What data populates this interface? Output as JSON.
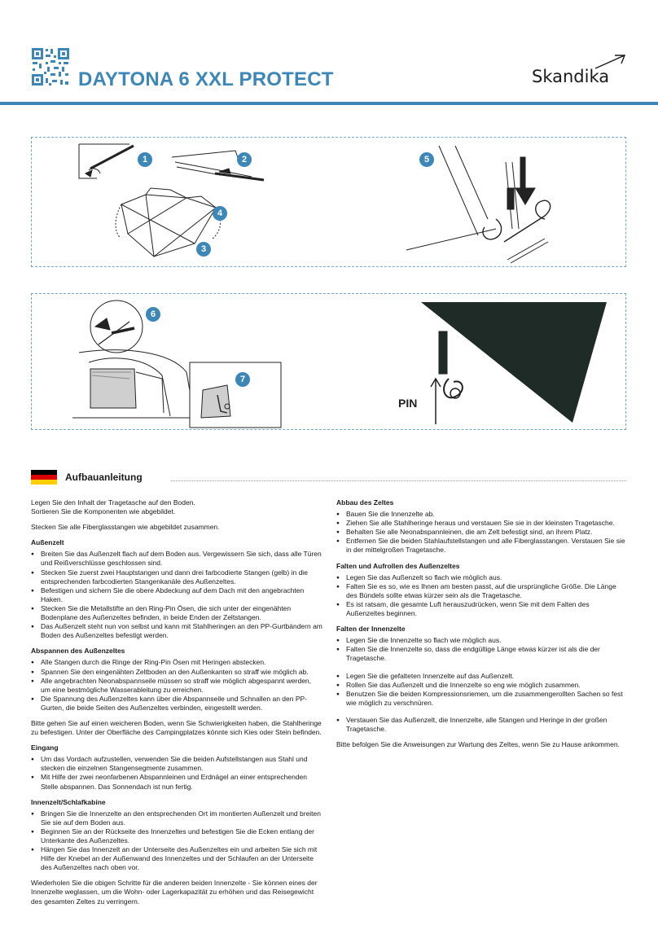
{
  "header": {
    "title": "DAYTONA 6 XXL PROTECT",
    "brand": "Skandika",
    "accent_color": "#3d87b8"
  },
  "figures": {
    "steps": [
      "1",
      "2",
      "3",
      "4",
      "5",
      "6",
      "7"
    ],
    "pin_label": "PIN"
  },
  "section": {
    "title": "Aufbauanleitung",
    "flag_colors": [
      "#000000",
      "#dd0000",
      "#ffce00"
    ]
  },
  "left": {
    "intro": [
      "Legen Sie den Inhalt der Tragetasche auf den Boden.",
      "Sortieren Sie die Komponenten wie abgebildet."
    ],
    "intro2": "Stecken Sie alle Fiberglasstangen wie abgebildet zusammen.",
    "aussenzelt": {
      "heading": "Außenzelt",
      "items": [
        "Breiten Sie das Außenzelt flach auf dem Boden aus. Vergewissern Sie sich, dass alle Türen und Reißverschlüsse geschlossen sind.",
        "Stecken Sie zuerst zwei Hauptstangen und dann drei farbcodierte Stangen (gelb) in die entsprechenden farbcodierten Stangenkanäle des Außenzeltes.",
        "Befestigen und sichern Sie die obere Abdeckung auf dem Dach mit den angebrachten Haken.",
        "Stecken Sie die Metallstifte an den Ring-Pin Ösen, die sich unter der eingenähten Bodenplane des Außenzeltes befinden, in beide Enden der Zeltstangen.",
        "Das Außenzelt steht nun von selbst und kann mit Stahlheringen an den PP-Gurtbändern am Boden des Außenzeltes befestigt werden."
      ]
    },
    "abspannen": {
      "heading": "Abspannen des Außenzeltes",
      "items": [
        "Alle Stangen durch die Ringe der Ring-Pin Ösen mit Heringen abstecken.",
        "Spannen Sie den eingenähten Zeltboden an den Außenkanten so straff wie möglich ab.",
        "Alle angebrachten Neonabspannseile müssen so straff wie möglich abgespannt werden, um eine bestmögliche Wasserableitung zu erreichen.",
        "Die Spannung des Außenzeltes kann über die Abspannseile und Schnallen an den PP-Gurten, die beide Seiten des Außenzeltes verbinden, eingestellt werden."
      ]
    },
    "note": "Bitte gehen Sie auf einen weicheren Boden, wenn Sie Schwierigkeiten haben, die Stahlheringe zu befestigen. Unter der Oberfläche des Campingplatzes könnte sich Kies oder Stein befinden.",
    "eingang": {
      "heading": "Eingang",
      "items": [
        "Um das Vordach aufzustellen, verwenden Sie die beiden Aufstellstangen aus Stahl und stecken die einzelnen Stangensegmente zusammen.",
        "Mit Hilfe der zwei neonfarbenen Abspannleinen und Erdnägel an einer entsprechenden Stelle abspannen. Das Sonnendach ist nun fertig."
      ]
    },
    "innenzelt": {
      "heading": "Innenzelt/Schlafkabine",
      "items": [
        "Bringen Sie die Innenzelte an den entsprechenden Ort im montierten Außenzelt und breiten Sie sie auf dem Boden aus.",
        "Beginnen Sie an der Rückseite des Innenzeltes und befestigen Sie die Ecken entlang der Unterkante des Außenzeltes.",
        "Hängen Sie das Innenzelt an der Unterseite des Außenzeltes ein und arbeiten Sie sich mit Hilfe der Knebel an der Außenwand des Innenzeltes und der Schlaufen an der Unterseite des Außenzeltes nach oben vor."
      ]
    },
    "outro": "Wiederholen Sie die obigen Schritte für die anderen beiden Innenzelte - Sie können eines der Innenzelte weglassen, um die Wohn- oder Lagerkapazität zu erhöhen und das Reisegewicht des gesamten Zeltes zu verringern."
  },
  "right": {
    "abbau": {
      "heading": "Abbau des Zeltes",
      "items": [
        "Bauen Sie die Innenzelte ab.",
        "Ziehen Sie alle Stahlheringe heraus und verstauen Sie sie in der kleinsten Tragetasche.",
        "Behalten Sie alle Neonabspannleinen, die am Zelt befestigt sind, an ihrem Platz.",
        "Entfernen Sie die beiden Stahlaufstellstangen und alle Fiberglasstangen. Verstauen Sie sie in der mittelgroßen Tragetasche."
      ]
    },
    "falten": {
      "heading": "Falten und Aufrollen des Außenzeltes",
      "items": [
        "Legen Sie das Außenzelt so flach wie möglich aus.",
        "Falten Sie es so, wie es Ihnen am besten passt, auf die ursprüngliche Größe. Die Länge des Bündels sollte etwas kürzer sein als die Tragetasche.",
        "Es ist ratsam, die gesamte Luft herauszudrücken, wenn Sie mit dem Falten des Außenzeltes beginnen."
      ]
    },
    "innen": {
      "heading": "Falten der Innenzelte",
      "items": [
        "Legen Sie die Innenzelte so flach wie möglich aus.",
        "Falten Sie die Innenzelte so, dass die endgültige Länge etwas kürzer ist als die der Tragetasche."
      ],
      "items2": [
        "Legen Sie die gefalteten Innenzelte auf das Außenzelt.",
        "Rollen Sie das Außenzelt und die Innenzelte so eng wie möglich zusammen.",
        "Benutzen Sie die beiden Kompressionsriemen, um die zusammengerollten Sachen so fest wie möglich zu verschnüren."
      ],
      "items3": [
        "Verstauen Sie das Außenzelt, die Innenzelte, alle Stangen und Heringe in der großen Tragetasche."
      ]
    },
    "outro": "Bitte befolgen Sie die Anweisungen zur Wartung des Zeltes, wenn Sie zu Hause ankommen."
  }
}
